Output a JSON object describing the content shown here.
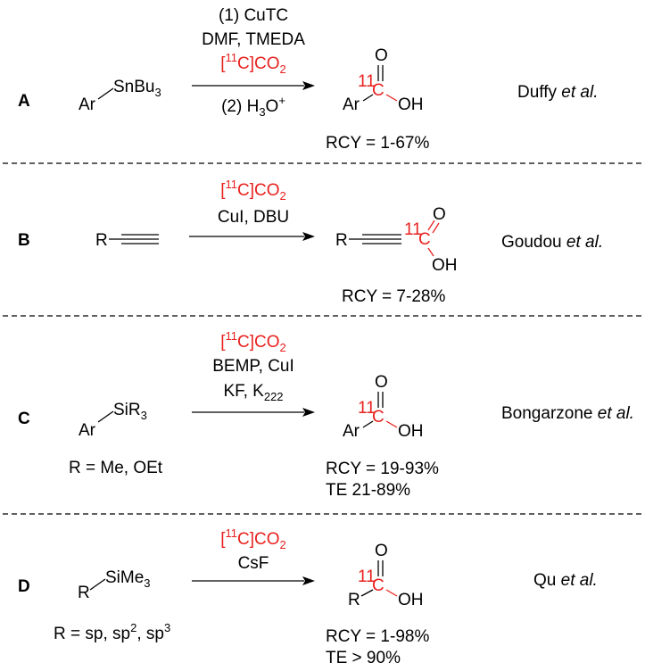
{
  "rows": [
    {
      "label": "A",
      "reactant": {
        "main": "Ar",
        "group": "SnBu",
        "group_sub": "3"
      },
      "above": [
        {
          "kind": "plain",
          "text": "(1) CuTC"
        },
        {
          "kind": "plain",
          "text": "DMF, TMEDA"
        },
        {
          "kind": "co2",
          "open": "[",
          "sup": "11",
          "close": "C]CO",
          "sub": "2"
        }
      ],
      "below": [
        {
          "kind": "h3o",
          "a": "(2) H",
          "sub": "3",
          "b": "O",
          "sup": "+"
        }
      ],
      "product": {
        "isotope": "11",
        "carbon": "C",
        "o": "O",
        "oh": "OH",
        "r": "Ar"
      },
      "yield": [
        "RCY = 1-67%"
      ],
      "ref": {
        "name": "Duffy",
        "etal": "et al."
      }
    },
    {
      "label": "B",
      "reactant": {
        "main": "R"
      },
      "above": [
        {
          "kind": "co2",
          "open": "[",
          "sup": "11",
          "close": "C]CO",
          "sub": "2"
        },
        {
          "kind": "plain",
          "text": "CuI, DBU"
        }
      ],
      "below": [],
      "product": {
        "isotope": "11",
        "carbon": "C",
        "o": "O",
        "oh": "OH",
        "r": "R"
      },
      "yield": [
        "RCY = 7-28%"
      ],
      "ref": {
        "name": "Goudou",
        "etal": "et al."
      }
    },
    {
      "label": "C",
      "reactant": {
        "main": "Ar",
        "group": "SiR",
        "group_sub": "3",
        "note": "R = Me, OEt"
      },
      "above": [
        {
          "kind": "co2",
          "open": "[",
          "sup": "11",
          "close": "C]CO",
          "sub": "2"
        },
        {
          "kind": "plain",
          "text": "BEMP, CuI"
        },
        {
          "kind": "k222",
          "a": "KF, K",
          "sub": "222"
        }
      ],
      "below": [],
      "product": {
        "isotope": "11",
        "carbon": "C",
        "o": "O",
        "oh": "OH",
        "r": "Ar"
      },
      "yield": [
        "RCY = 19-93%",
        "TE 21-89%"
      ],
      "ref": {
        "name": "Bongarzone",
        "etal": "et al."
      }
    },
    {
      "label": "D",
      "reactant": {
        "main": "R",
        "group": "SiMe",
        "group_sub": "3",
        "note_parts": {
          "a": "R = sp, sp",
          "sup1": "2",
          "b": ", sp",
          "sup2": "3"
        }
      },
      "above": [
        {
          "kind": "co2",
          "open": "[",
          "sup": "11",
          "close": "C]CO",
          "sub": "2"
        },
        {
          "kind": "plain",
          "text": "CsF"
        }
      ],
      "below": [],
      "product": {
        "isotope": "11",
        "carbon": "C",
        "o": "O",
        "oh": "OH",
        "r": "R"
      },
      "yield": [
        "RCY = 1-98%",
        "TE > 90%"
      ],
      "ref": {
        "name": "Qu",
        "etal": "et al."
      }
    }
  ]
}
